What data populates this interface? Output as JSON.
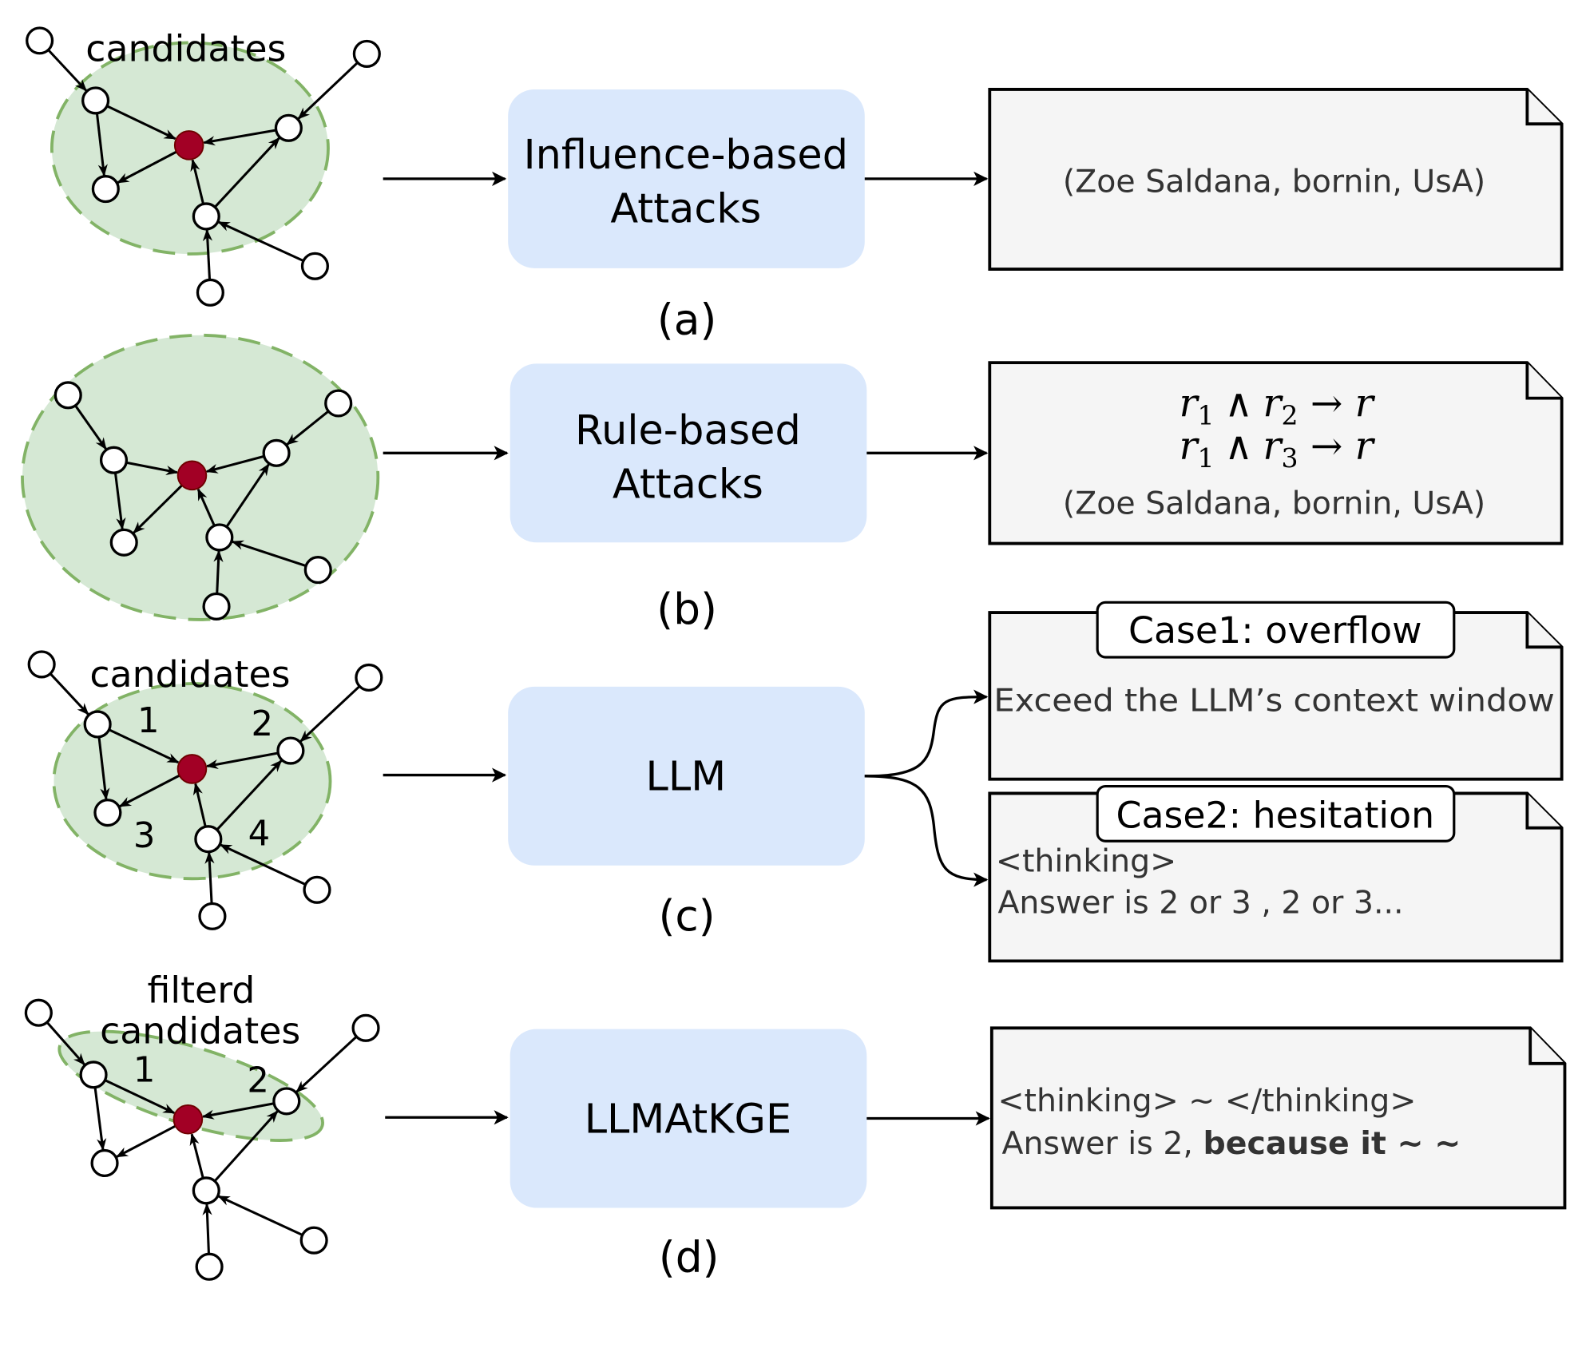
{
  "figure": {
    "rows": [
      {
        "id": "a",
        "caption": "(a)",
        "graph": {
          "region_label_lines": [
            "candidates"
          ],
          "region_shape": "ellipse",
          "node_numbers": []
        },
        "process": {
          "label_lines": [
            "Influence-based",
            "Attacks"
          ]
        },
        "outputs": [
          {
            "title": "",
            "lines": [
              {
                "text": "(Zoe Saldana, bornin, UsA)",
                "bold_suffix": ""
              }
            ]
          }
        ]
      },
      {
        "id": "b",
        "caption": "(b)",
        "graph": {
          "region_label_lines": [],
          "region_shape": "ellipse-large",
          "node_numbers": []
        },
        "process": {
          "label_lines": [
            "Rule-based",
            "Attacks"
          ]
        },
        "outputs": [
          {
            "title": "",
            "rules": [
              {
                "lhs1": "r",
                "sub1": "1",
                "op": "∧",
                "lhs2": "r",
                "sub2": "2",
                "arrow": "→",
                "rhs": "r"
              },
              {
                "lhs1": "r",
                "sub1": "1",
                "op": "∧",
                "lhs2": "r",
                "sub2": "3",
                "arrow": "→",
                "rhs": "r"
              }
            ],
            "lines": [
              {
                "text": "(Zoe Saldana, bornin, UsA)",
                "bold_suffix": ""
              }
            ]
          }
        ]
      },
      {
        "id": "c",
        "caption": "(c)",
        "graph": {
          "region_label_lines": [
            "candidates"
          ],
          "region_shape": "ellipse",
          "node_numbers": [
            "1",
            "2",
            "3",
            "4"
          ]
        },
        "process": {
          "label_lines": [
            "LLM"
          ]
        },
        "outputs": [
          {
            "title": "Case1: overflow",
            "lines": [
              {
                "text": "Exceed the LLM’s context window",
                "bold_suffix": ""
              }
            ]
          },
          {
            "title": "Case2: hesitation",
            "lines": [
              {
                "text": "<thinking>",
                "bold_suffix": ""
              },
              {
                "text": "Answer is 2 or 3 , 2 or 3...",
                "bold_suffix": ""
              }
            ]
          }
        ]
      },
      {
        "id": "d",
        "caption": "(d)",
        "graph": {
          "region_label_lines": [
            "filterd",
            "candidates"
          ],
          "region_shape": "tilted-ellipse",
          "node_numbers": [
            "1",
            "2"
          ]
        },
        "process": {
          "label_lines": [
            "LLMAtKGE"
          ]
        },
        "outputs": [
          {
            "title": "",
            "lines": [
              {
                "text": "<thinking> ~ </thinking>",
                "bold_suffix": ""
              },
              {
                "text": "Answer is 2, ",
                "bold_suffix": "because it ~ ~"
              }
            ]
          }
        ]
      }
    ],
    "colors": {
      "process_fill": "#dae8fc",
      "region_fill": "#d5e8d4",
      "region_stroke": "#82b366",
      "target_node": "#a20025",
      "note_fill": "#f5f5f5",
      "note_text": "#333333"
    },
    "icons": {
      "target_entity": "red-filled-circle",
      "entity": "white-circle",
      "note": "folded-corner-note"
    }
  }
}
